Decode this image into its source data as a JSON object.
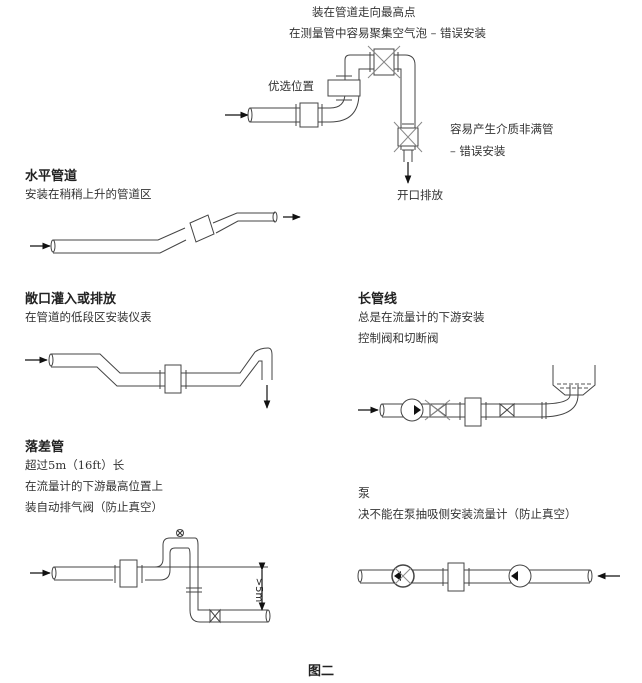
{
  "figure_caption": "图二",
  "sections": {
    "top": {
      "label_line1": "装在管道走向最高点",
      "label_line2": "在测量管中容易聚集空气泡 – 错误安装",
      "preferred_label": "优选位置",
      "wrong_label_line1": "容易产生介质非满管",
      "wrong_label_line2": "– 错误安装",
      "drain_label": "开口排放"
    },
    "horizontal": {
      "title": "水平管道",
      "desc": "安装在稍稍上升的管道区"
    },
    "open_drain": {
      "title": "敞口灌入或排放",
      "desc": "在管道的低段区安装仪表"
    },
    "long_pipe": {
      "title": "长管线",
      "desc_line1": "总是在流量计的下游安装",
      "desc_line2": "控制阀和切断阀"
    },
    "drop_pipe": {
      "title": "落差管",
      "desc_line1": "超过5m（16ft）长",
      "desc_line2": "在流量计的下游最高位置上",
      "desc_line3": "装自动排气阀（防止真空）",
      "dimension_label": ">5m"
    },
    "pump": {
      "title": "泵",
      "desc": "决不能在泵抽吸侧安装流量计（防止真空）"
    }
  }
}
